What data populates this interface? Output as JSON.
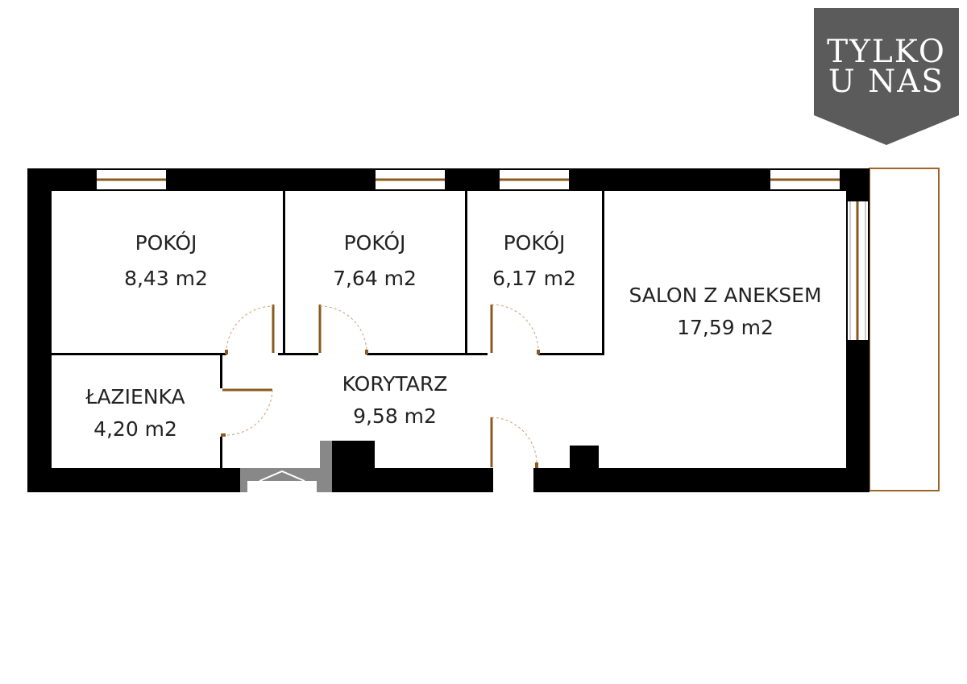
{
  "badge": {
    "line1": "TYLKO",
    "line2": "U NAS"
  },
  "rooms": [
    {
      "id": "pokoj-1",
      "name": "POKÓJ",
      "area": "8,43 m2"
    },
    {
      "id": "pokoj-2",
      "name": "POKÓJ",
      "area": "7,64 m2"
    },
    {
      "id": "pokoj-3",
      "name": "POKÓJ",
      "area": "6,17 m2"
    },
    {
      "id": "salon",
      "name": "SALON Z ANEKSEM",
      "area": "17,59 m2"
    },
    {
      "id": "lazienka",
      "name": "ŁAZIENKA",
      "area": "4,20 m2"
    },
    {
      "id": "korytarz",
      "name": "KORYTARZ",
      "area": "9,58 m2"
    }
  ],
  "colors": {
    "wall": "#000000",
    "door": "#8a5a1e",
    "badge": "#5b5b5b",
    "balcony": "#a0632a",
    "column": "#888888"
  }
}
